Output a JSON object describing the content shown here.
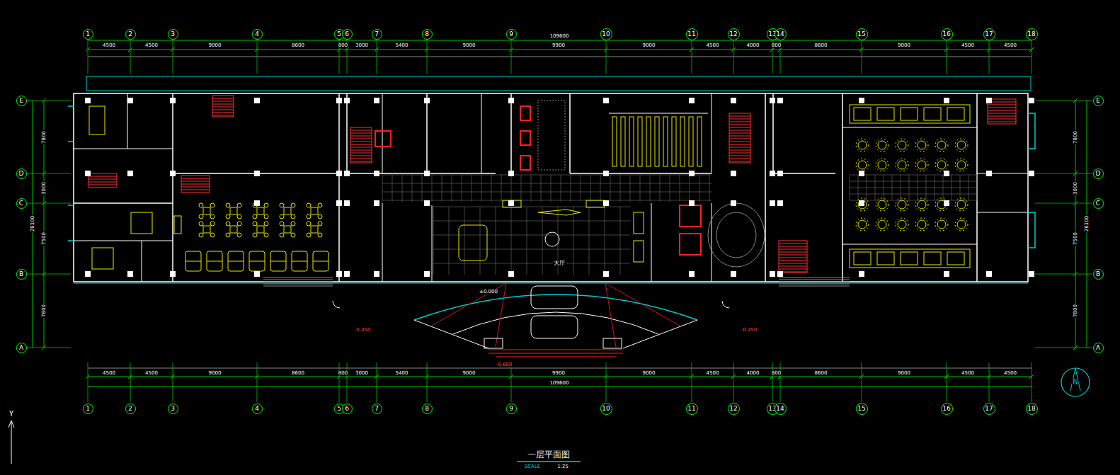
{
  "diagram": {
    "title": "一层平面图",
    "nodes": [
      {
        "text": [
          "1"
        ]
      },
      {
        "text": [
          "2"
        ]
      },
      {
        "text": [
          "3"
        ]
      },
      {
        "text": [
          "4"
        ]
      },
      {
        "text": [
          "5"
        ]
      },
      {
        "text": [
          "6"
        ]
      },
      {
        "text": [
          "7"
        ]
      },
      {
        "text": [
          "8"
        ]
      },
      {
        "text": [
          "9"
        ]
      },
      {
        "text": [
          "10"
        ]
      },
      {
        "text": [
          "11"
        ]
      },
      {
        "text": [
          "12"
        ]
      },
      {
        "text": [
          "13"
        ]
      },
      {
        "text": [
          "14"
        ]
      },
      {
        "text": [
          "15"
        ]
      },
      {
        "text": [
          "16"
        ]
      },
      {
        "text": [
          "17"
        ]
      },
      {
        "text": [
          "18"
        ]
      },
      {
        "text": [
          "1"
        ]
      },
      {
        "text": [
          "2"
        ]
      },
      {
        "text": [
          "3"
        ]
      },
      {
        "text": [
          "4"
        ]
      },
      {
        "text": [
          "5"
        ]
      },
      {
        "text": [
          "6"
        ]
      },
      {
        "text": [
          "7"
        ]
      },
      {
        "text": [
          "8"
        ]
      },
      {
        "text": [
          "9"
        ]
      },
      {
        "text": [
          "10"
        ]
      },
      {
        "text": [
          "11"
        ]
      },
      {
        "text": [
          "12"
        ]
      },
      {
        "text": [
          "13"
        ]
      },
      {
        "text": [
          "14"
        ]
      },
      {
        "text": [
          "15"
        ]
      },
      {
        "text": [
          "16"
        ]
      },
      {
        "text": [
          "17"
        ]
      },
      {
        "text": [
          "18"
        ]
      },
      {
        "text": [
          "E"
        ]
      },
      {
        "text": [
          "D"
        ]
      },
      {
        "text": [
          "C"
        ]
      },
      {
        "text": [
          "B"
        ]
      },
      {
        "text": [
          "A"
        ]
      },
      {
        "text": [
          "E"
        ]
      },
      {
        "text": [
          "D"
        ]
      },
      {
        "text": [
          "C"
        ]
      },
      {
        "text": [
          "B"
        ]
      },
      {
        "text": [
          "A"
        ]
      }
    ],
    "labels": [
      "4500",
      "4500",
      "9000",
      "8600",
      "800",
      "3000",
      "5400",
      "9000",
      "9900",
      "9000",
      "4500",
      "4000",
      "800",
      "8600",
      "9000",
      "4500",
      "4500",
      "109600",
      "4500",
      "4500",
      "9000",
      "8600",
      "800",
      "3000",
      "5400",
      "9000",
      "9900",
      "9000",
      "4500",
      "4000",
      "800",
      "8600",
      "9000",
      "4500",
      "4500",
      "109600",
      "7800",
      "3000",
      "7500",
      "7800",
      "26100",
      "7800",
      "3000",
      "7500",
      "7800",
      "26100",
      "大厅",
      "±0.000",
      "-0.450",
      "-0.450",
      "-0.600",
      "N",
      "Y",
      "SCALE",
      "1:25"
    ]
  }
}
